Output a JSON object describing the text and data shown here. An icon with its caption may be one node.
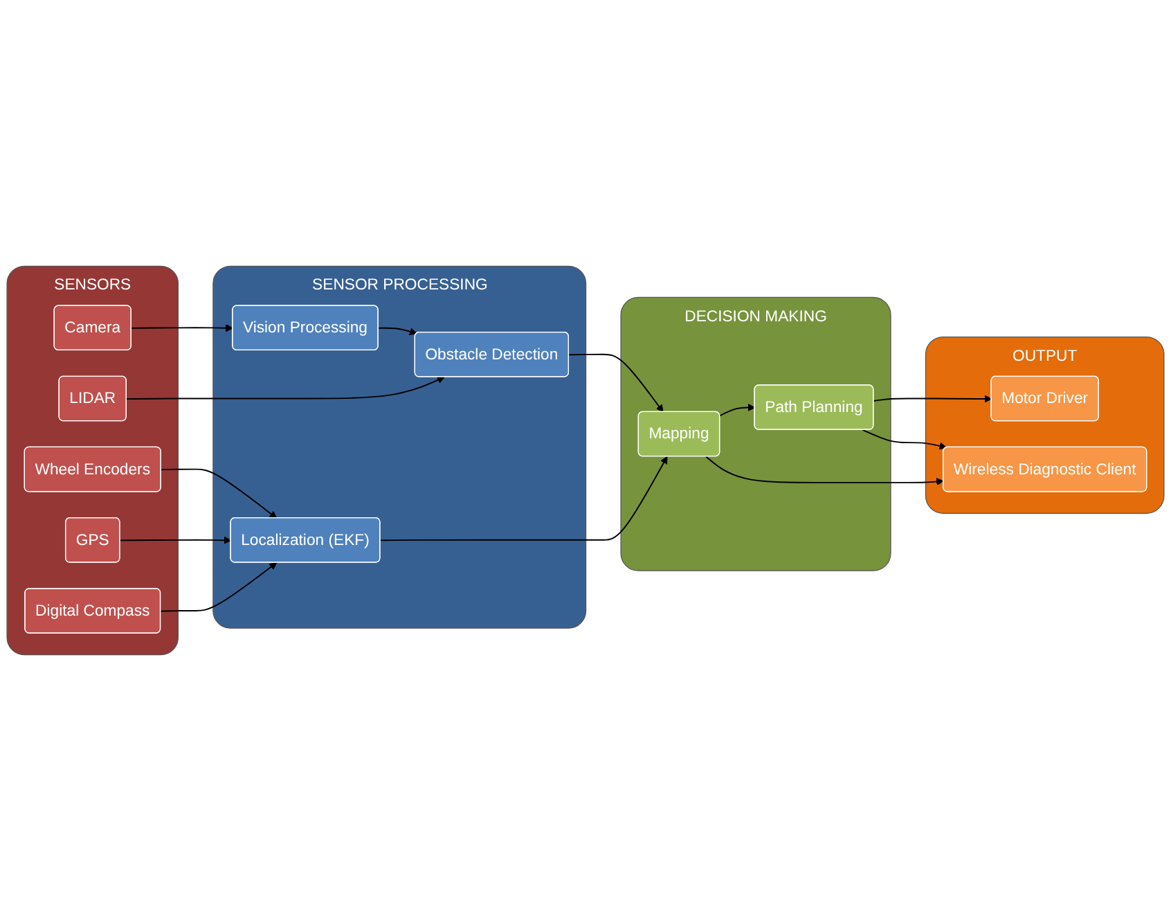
{
  "diagram": {
    "nodes": [
      {
        "text": [
          "SENSORS"
        ]
      },
      {
        "text": [
          "Camera"
        ],
        "in": 0
      },
      {
        "text": [
          "LIDAR"
        ],
        "in": 0
      },
      {
        "text": [
          "Wheel Encoders"
        ],
        "in": 0
      },
      {
        "text": [
          "GPS"
        ],
        "in": 0
      },
      {
        "text": [
          "Digital Compass"
        ],
        "in": 0
      },
      {
        "text": [
          "SENSOR PROCESSING"
        ]
      },
      {
        "text": [
          "Vision Processing"
        ],
        "in": 6
      },
      {
        "text": [
          "Obstacle Detection"
        ],
        "in": 6
      },
      {
        "text": [
          "Localization (EKF)"
        ],
        "in": 6
      },
      {
        "text": [
          "DECISION MAKING"
        ]
      },
      {
        "text": [
          "Path Planning"
        ],
        "in": 10
      },
      {
        "text": [
          "Mapping"
        ],
        "in": 10
      },
      {
        "text": [
          "OUTPUT"
        ]
      },
      {
        "text": [
          "Motor Driver"
        ],
        "in": 13
      },
      {
        "text": [
          "Wireless Diagnostic Client"
        ],
        "in": 13
      }
    ],
    "edges": [
      {
        "from": 1,
        "to": 7,
        "arrow": "to"
      },
      {
        "from": 7,
        "to": 8,
        "arrow": "to"
      },
      {
        "from": 2,
        "to": 8,
        "arrow": "to"
      },
      {
        "from": 3,
        "to": 9,
        "arrow": "to"
      },
      {
        "from": 4,
        "to": 9,
        "arrow": "to"
      },
      {
        "from": 5,
        "to": 9,
        "arrow": "to"
      },
      {
        "from": 8,
        "to": 12,
        "arrow": "to"
      },
      {
        "from": 9,
        "to": 12,
        "arrow": "to"
      },
      {
        "from": 12,
        "to": 11,
        "arrow": "to"
      },
      {
        "from": 11,
        "to": 14,
        "arrow": "to"
      },
      {
        "from": 11,
        "to": 15,
        "arrow": "to"
      },
      {
        "from": 12,
        "to": 15,
        "arrow": "to"
      }
    ]
  }
}
